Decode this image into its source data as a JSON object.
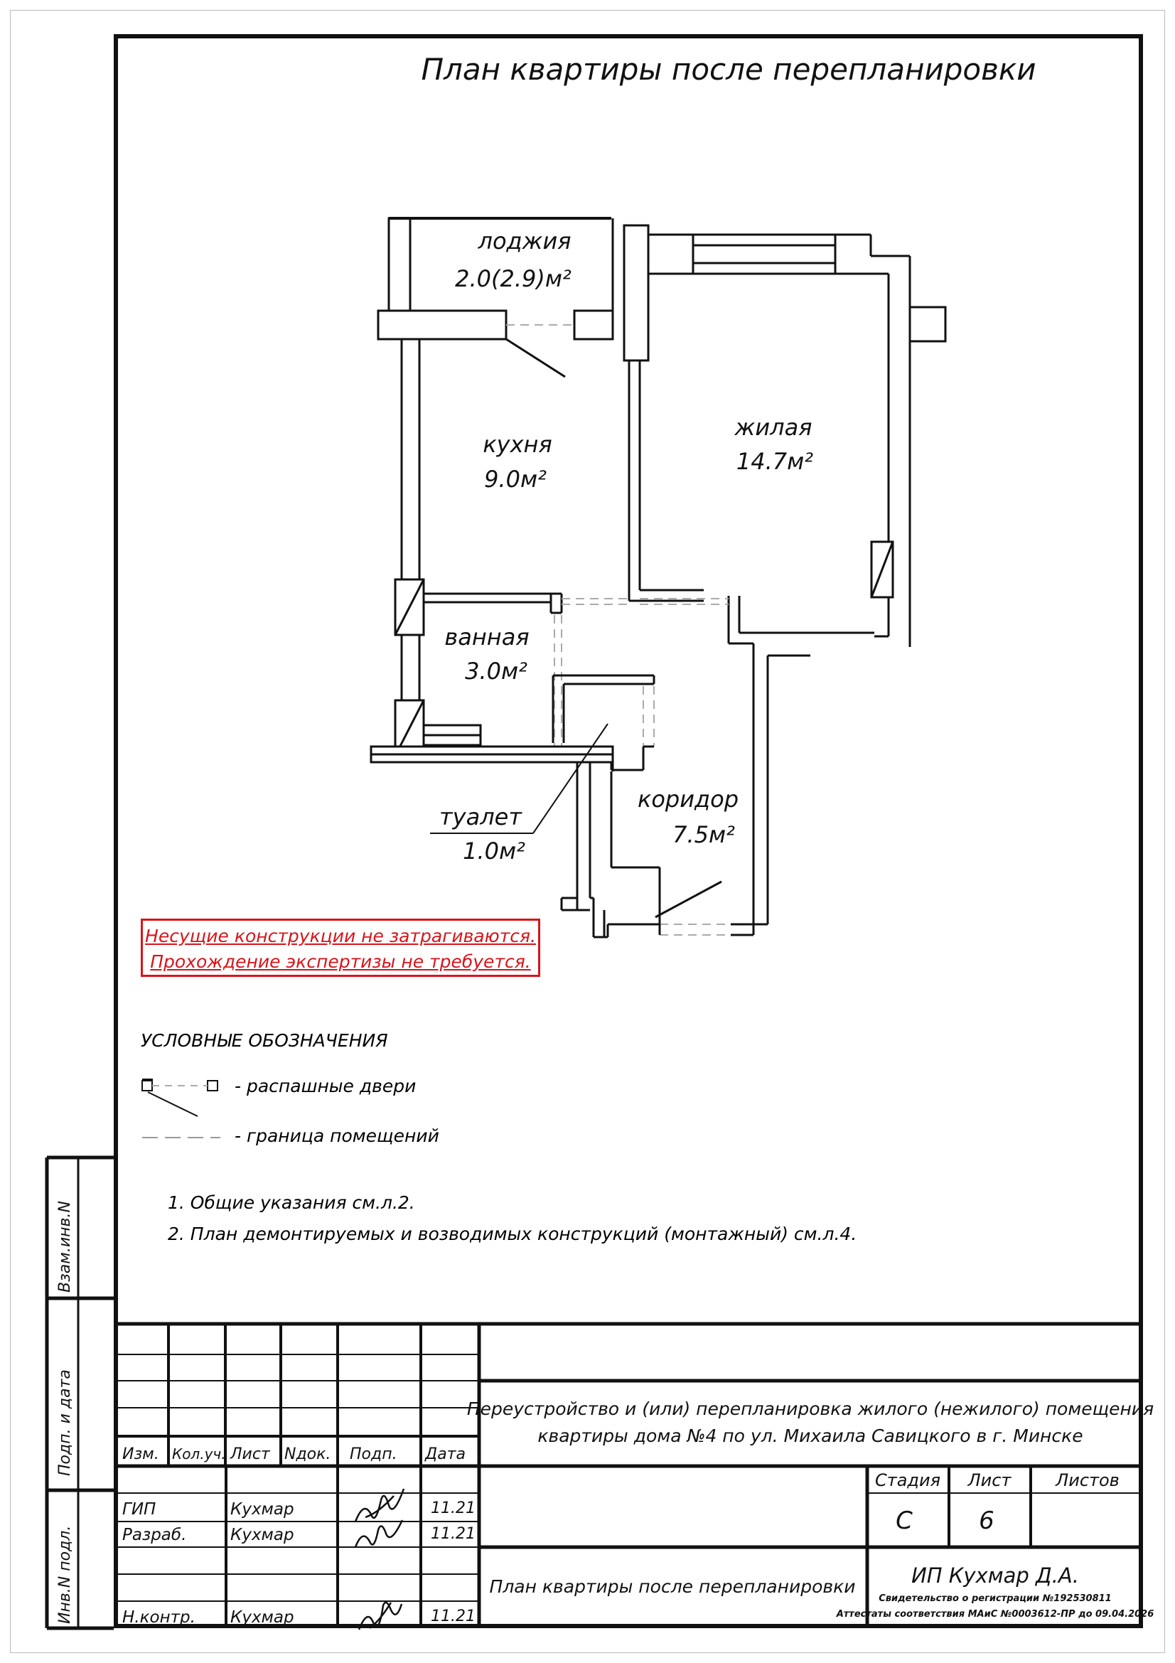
{
  "title": "План квартиры после перепланировки",
  "rooms": [
    {
      "name": "лоджия",
      "area": "2.0(2.9)м²"
    },
    {
      "name": "кухня",
      "area": "9.0м²"
    },
    {
      "name": "жилая",
      "area": "14.7м²"
    },
    {
      "name": "ванная",
      "area": "3.0м²"
    },
    {
      "name": "туалет",
      "area": "1.0м²"
    },
    {
      "name": "коридор",
      "area": "7.5м²"
    }
  ],
  "notice": {
    "line1": "Несущие конструкции не затрагиваются.",
    "line2": "Прохождение экспертизы не требуется.",
    "color": "#d8141b"
  },
  "legend": {
    "heading": "УСЛОВНЫЕ ОБОЗНАЧЕНИЯ",
    "items": [
      {
        "icon": "swing-door-symbol",
        "label": "- распашные двери"
      },
      {
        "icon": "room-boundary-dashed-line",
        "label": "- граница помещений"
      }
    ]
  },
  "notes": [
    "1.  Общие указания см.л.2.",
    "2.  План демонтируемых и возводимых конструкций (монтажный) см.л.4."
  ],
  "side_stamp": {
    "cells": [
      "Взам.инв.N",
      "Подп. и дата",
      "Инв.N подл."
    ]
  },
  "title_block": {
    "columns": [
      "Изм.",
      "Кол.уч.",
      "Лист",
      "Nдок.",
      "Подп.",
      "Дата"
    ],
    "rows": [
      {
        "role": "ГИП",
        "name": "Кухмар",
        "date": "11.21"
      },
      {
        "role": "Разраб.",
        "name": "Кухмар",
        "date": "11.21"
      },
      {
        "role": "Н.контр.",
        "name": "Кухмар",
        "date": "11.21"
      }
    ],
    "project_line1": "Переустройство и (или) перепланировка жилого (нежилого) помещения",
    "project_line2": "квартиры         дома №4  по ул. Михаила Савицкого в г. Минске",
    "sheet_title": "План квартиры после перепланировки",
    "stage_header": "Стадия",
    "sheet_header": "Лист",
    "sheets_header": "Листов",
    "stage": "С",
    "sheet": "6",
    "sheets": "",
    "company": "ИП Кухмар Д.А.",
    "certificate": "Свидетельство о регистрации №192530811",
    "attestation": "Аттестаты соответствия МАиС №0003612-ПР до 09.04.2026"
  }
}
